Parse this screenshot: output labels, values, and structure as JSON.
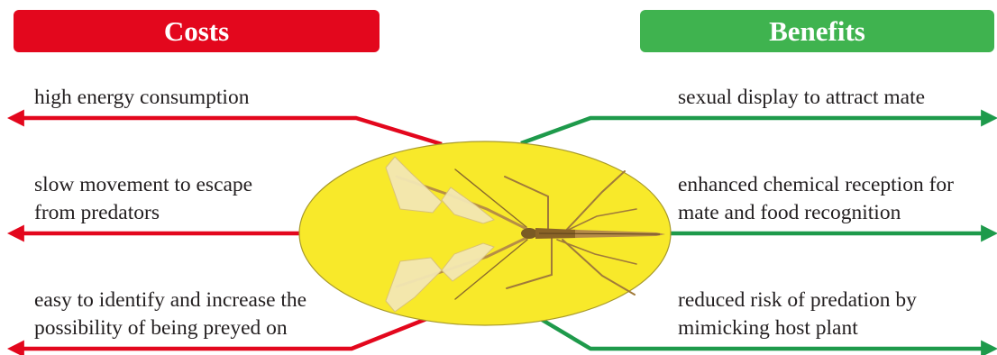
{
  "costs": {
    "title": "Costs",
    "color": "#e3071d",
    "items": [
      {
        "line1": "high energy consumption",
        "line2": ""
      },
      {
        "line1": "slow movement to escape",
        "line2": "from predators"
      },
      {
        "line1": "easy to identify and increase the",
        "line2": "possibility of being preyed on"
      }
    ]
  },
  "benefits": {
    "title": "Benefits",
    "color": "#3fb34f",
    "items": [
      {
        "line1": "sexual display to attract mate",
        "line2": ""
      },
      {
        "line1": "enhanced chemical reception for",
        "line2": "mate and food recognition"
      },
      {
        "line1": "reduced risk of predation by",
        "line2": "mimicking host plant"
      }
    ]
  },
  "center": {
    "ellipse_color": "#f8e92a",
    "ellipse_stroke": "#a89a2b",
    "insect": "stick-insect-with-flag-like-leg-expansions"
  }
}
